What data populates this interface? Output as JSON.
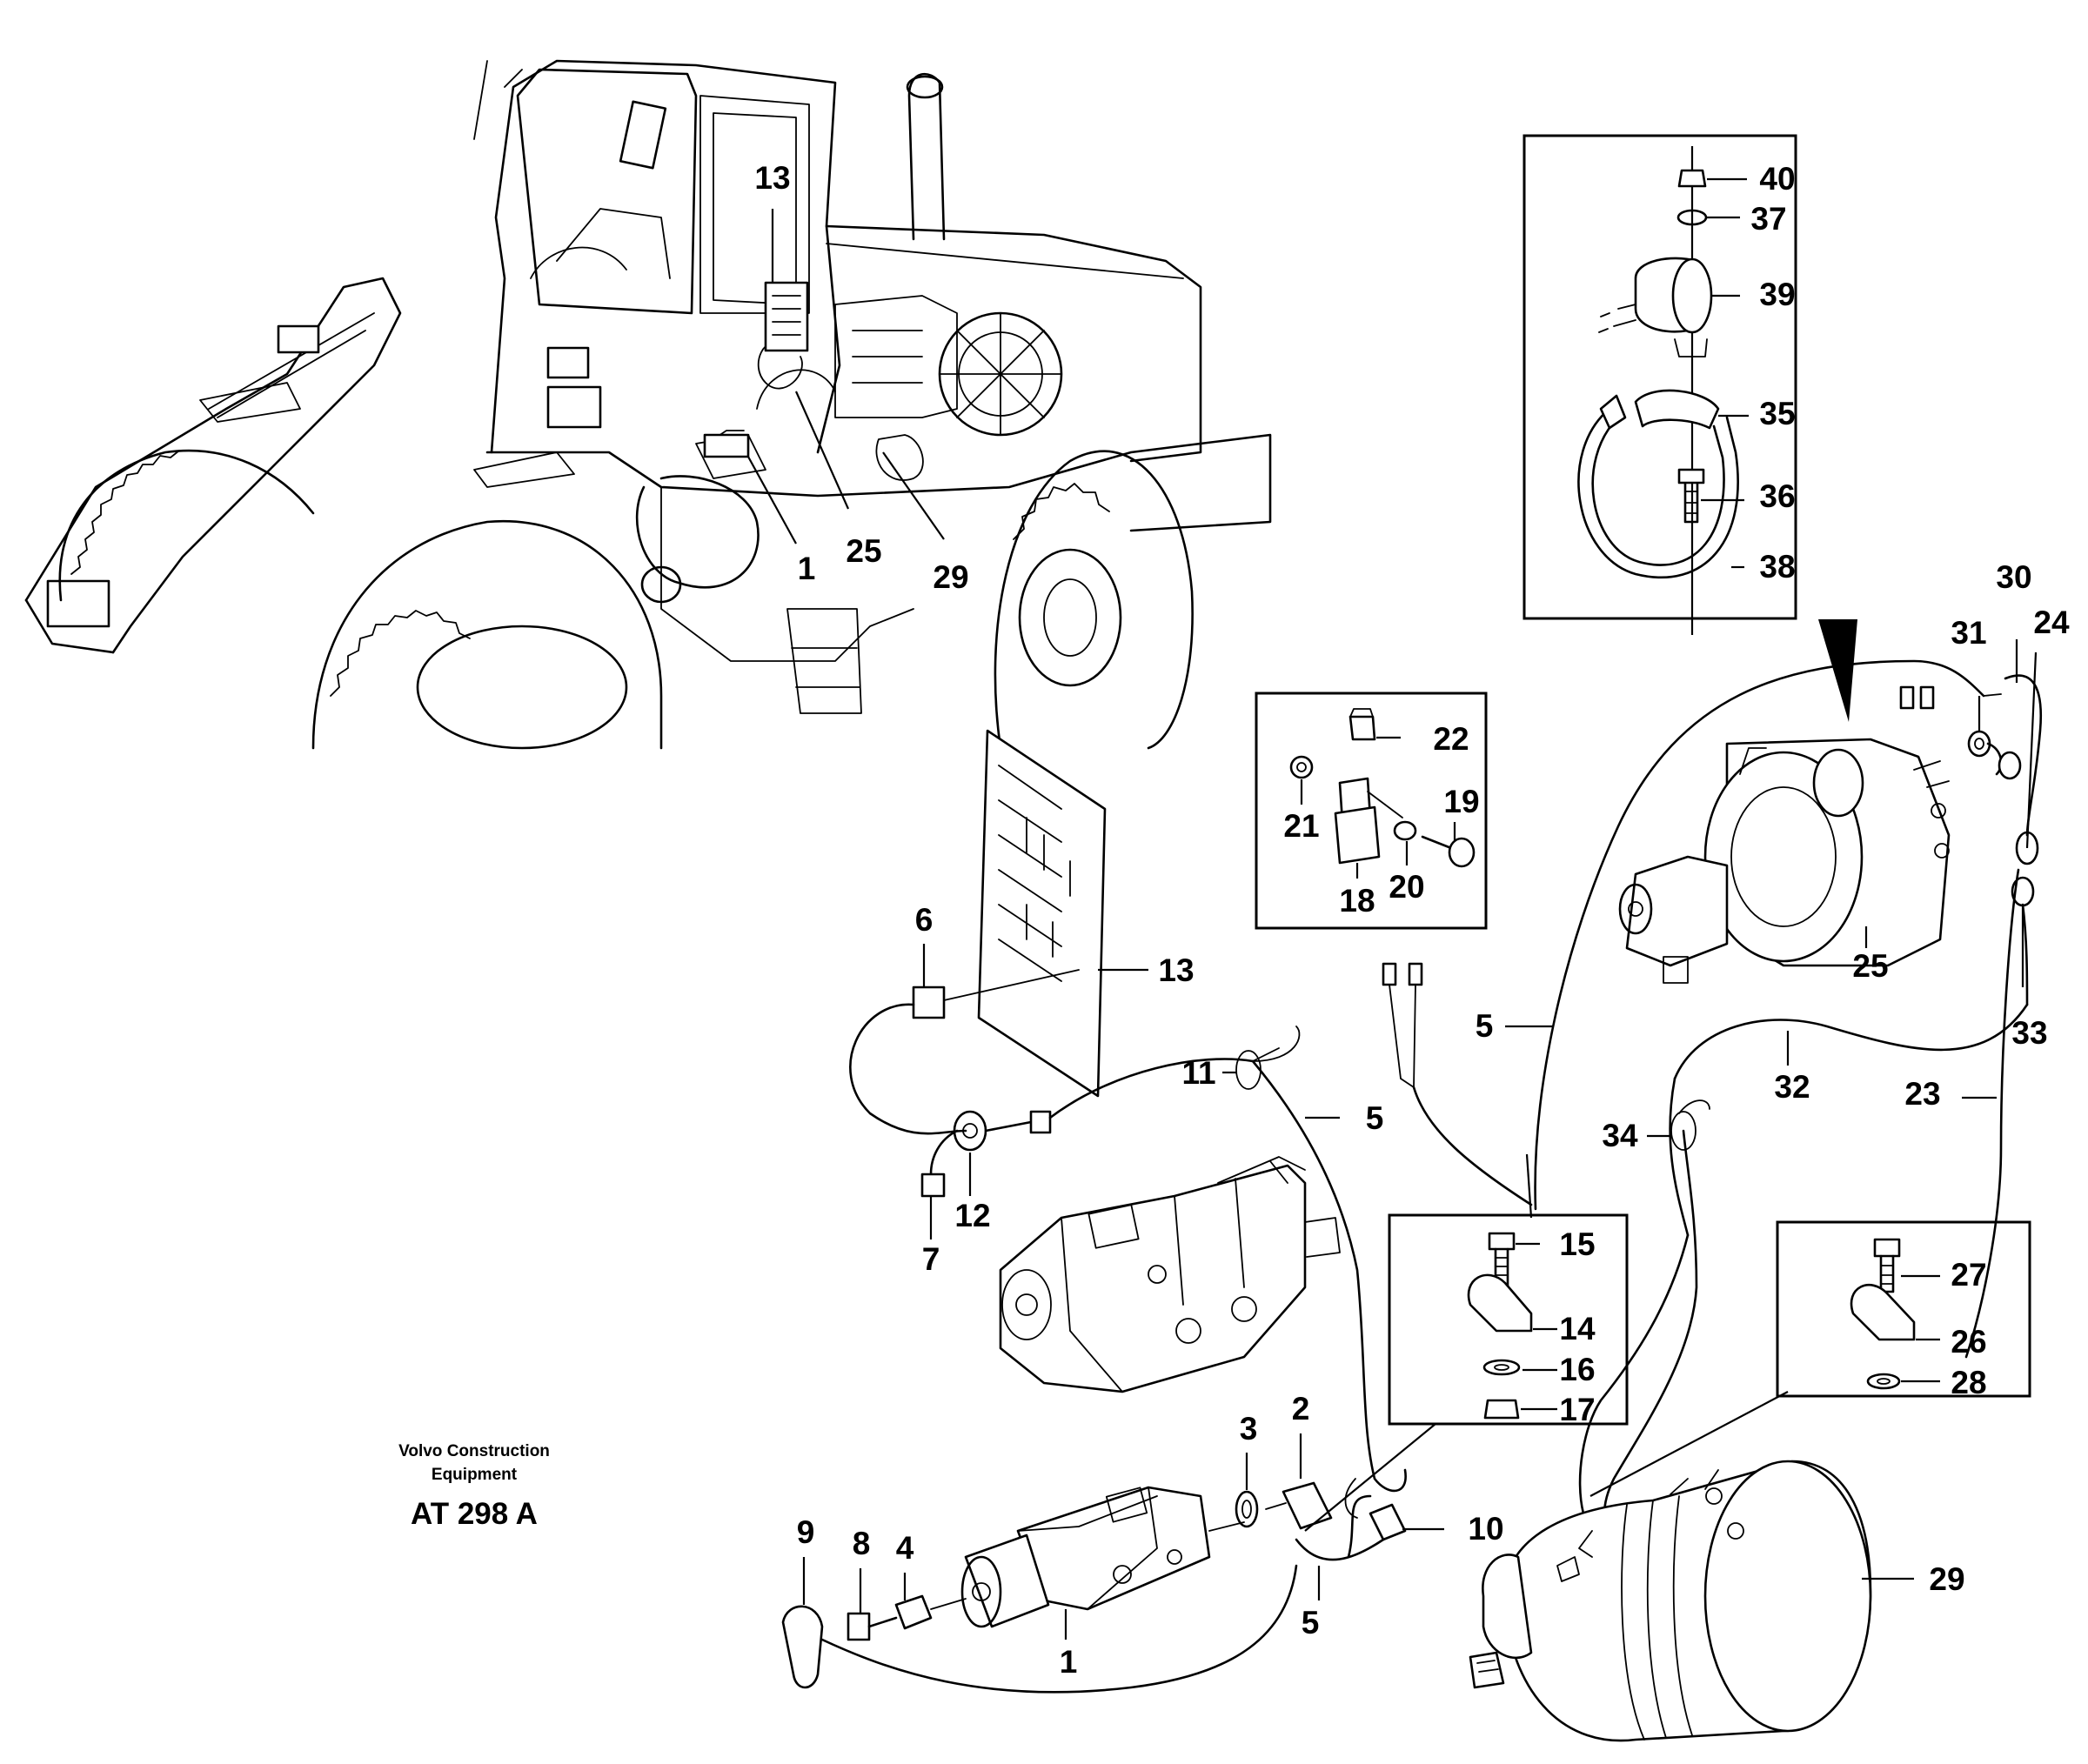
{
  "caption": {
    "company_line1": "Volvo Construction",
    "company_line2": "Equipment",
    "ref": "AT 298 A"
  },
  "callouts": {
    "c1_main": "1",
    "c1_small": "1",
    "c2": "2",
    "c3": "3",
    "c4": "4",
    "c5_a": "5",
    "c5_b": "5",
    "c5_c": "5",
    "c6": "6",
    "c7": "7",
    "c8": "8",
    "c9": "9",
    "c10": "10",
    "c11": "11",
    "c12": "12",
    "c13_main": "13",
    "c13_small": "13",
    "c14": "14",
    "c15": "15",
    "c16": "16",
    "c17": "17",
    "c18": "18",
    "c19": "19",
    "c20": "20",
    "c21": "21",
    "c22": "22",
    "c23": "23",
    "c24": "24",
    "c25_main": "25",
    "c25_small": "25",
    "c26": "26",
    "c27": "27",
    "c28": "28",
    "c29_main": "29",
    "c29_small": "29",
    "c30": "30",
    "c31": "31",
    "c32": "32",
    "c33": "33",
    "c34": "34",
    "c35": "35",
    "c36": "36",
    "c37": "37",
    "c38": "38",
    "c39": "39",
    "c40": "40"
  }
}
